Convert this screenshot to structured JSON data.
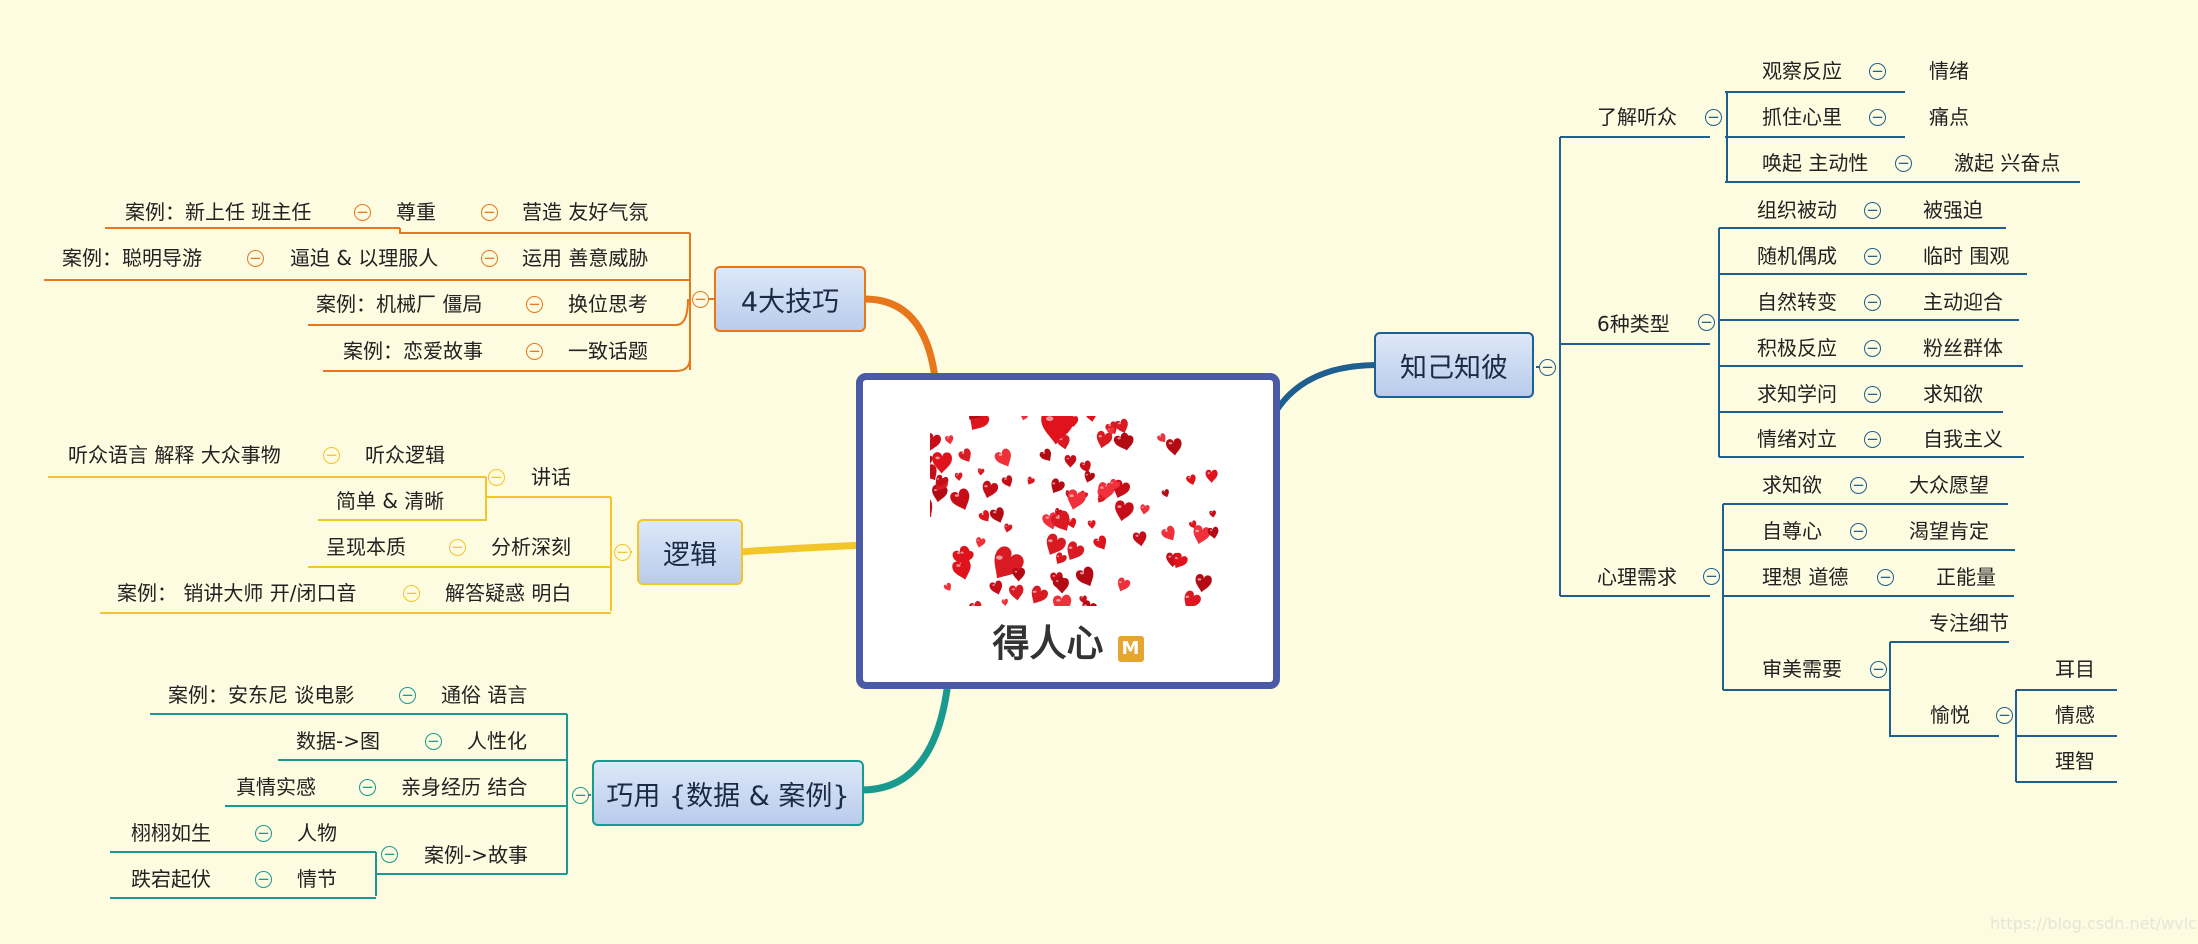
{
  "center": {
    "title": "得人心",
    "marker": "M",
    "image": "hearts"
  },
  "colors": {
    "orange": "#e8771c",
    "yellow": "#f2c629",
    "teal": "#1a9a8e",
    "blue": "#1f5f8f",
    "center_border": "#4a5aa6",
    "background": "#fdfbe0"
  },
  "branches": {
    "skills": {
      "label": "4大技巧",
      "items": [
        {
          "example": "案例：新上任 班主任",
          "mid": "尊重",
          "result": "营造 友好气氛"
        },
        {
          "example": "案例：聪明导游",
          "mid": "逼迫 & 以理服人",
          "result": "运用 善意威胁"
        },
        {
          "example": "案例：机械厂 僵局",
          "result": "换位思考"
        },
        {
          "example": "案例：恋爱故事",
          "result": "一致话题"
        }
      ]
    },
    "logic": {
      "label": "逻辑",
      "speech": {
        "label": "讲话",
        "children": [
          {
            "note": "听众语言 解释 大众事物",
            "label": "听众逻辑"
          },
          {
            "label": "简单 & 清晰"
          }
        ]
      },
      "analysis": {
        "note": "呈现本质",
        "label": "分析深刻"
      },
      "answer": {
        "note": "案例： 销讲大师 开/闭口音",
        "label": "解答疑惑 明白"
      }
    },
    "usage": {
      "label": "巧用 {数据 & 案例}",
      "items": [
        {
          "note": "案例：安东尼 谈电影",
          "label": "通俗 语言"
        },
        {
          "note": "数据->图",
          "label": "人性化"
        },
        {
          "note": "真情实感",
          "label": "亲身经历 结合"
        }
      ],
      "story": {
        "label": "案例->故事",
        "children": [
          {
            "note": "栩栩如生",
            "label": "人物"
          },
          {
            "note": "跌宕起伏",
            "label": "情节"
          }
        ]
      }
    },
    "know": {
      "label": "知己知彼",
      "audience": {
        "label": "了解听众",
        "items": [
          {
            "label": "观察反应",
            "result": "情绪"
          },
          {
            "label": "抓住心里",
            "result": "痛点"
          },
          {
            "label": "唤起 主动性",
            "result": "激起 兴奋点"
          }
        ]
      },
      "types": {
        "label": "6种类型",
        "items": [
          {
            "label": "组织被动",
            "result": "被强迫"
          },
          {
            "label": "随机偶成",
            "result": "临时 围观"
          },
          {
            "label": "自然转变",
            "result": "主动迎合"
          },
          {
            "label": "积极反应",
            "result": "粉丝群体"
          },
          {
            "label": "求知学问",
            "result": "求知欲"
          },
          {
            "label": "情绪对立",
            "result": "自我主义"
          }
        ]
      },
      "needs": {
        "label": "心理需求",
        "items": [
          {
            "label": "求知欲",
            "result": "大众愿望"
          },
          {
            "label": "自尊心",
            "result": "渴望肯定"
          },
          {
            "label": "理想 道德",
            "result": "正能量"
          }
        ],
        "aesthetic": {
          "label": "审美需要",
          "focus": "专注细节",
          "pleasure": {
            "label": "愉悦",
            "children": [
              "耳目",
              "情感",
              "理智"
            ]
          }
        }
      }
    }
  },
  "watermark": "https://blog.csdn.net/wvlcci"
}
